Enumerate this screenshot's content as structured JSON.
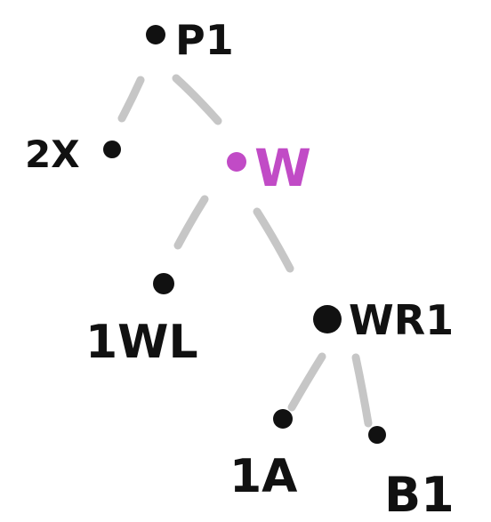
{
  "diagram": {
    "nodes": [
      {
        "id": "p1",
        "label": "P1"
      },
      {
        "id": "2x",
        "label": "2X"
      },
      {
        "id": "w",
        "label": "W"
      },
      {
        "id": "wl",
        "label": "1WL"
      },
      {
        "id": "wr1",
        "label": "WR1"
      },
      {
        "id": "a",
        "label": "1A"
      },
      {
        "id": "b1",
        "label": "B1"
      }
    ],
    "colors": {
      "edge": "#c6c6c6",
      "ink": "#111111",
      "highlight": "#c14bc6"
    }
  }
}
